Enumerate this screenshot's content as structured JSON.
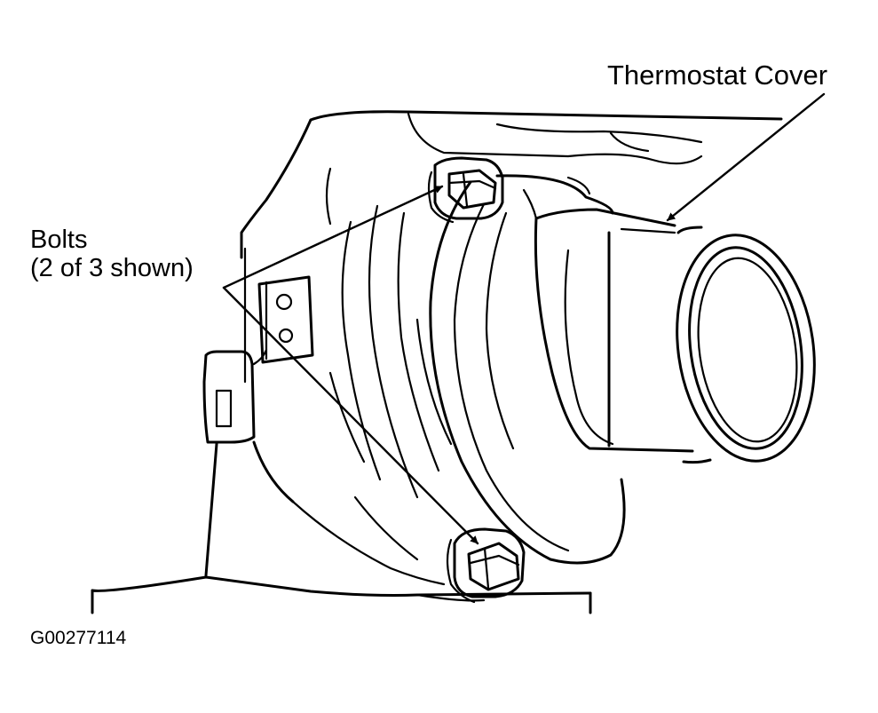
{
  "labels": {
    "thermostat_cover": "Thermostat Cover",
    "bolts_line1": "Bolts",
    "bolts_line2": "(2 of 3 shown)",
    "figure_code": "G00277114"
  }
}
